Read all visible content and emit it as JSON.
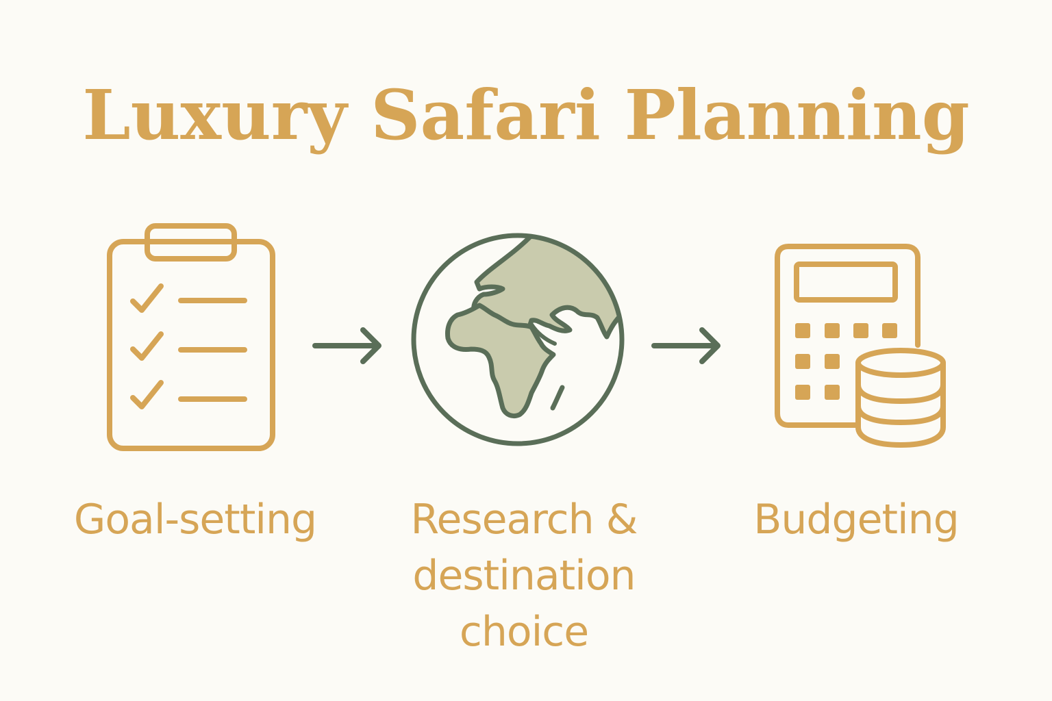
{
  "title": "Luxury Safari Planning",
  "colors": {
    "background": "#fcfbf6",
    "gold": "#d6a556",
    "green": "#5a6e58",
    "land": "#c9cbad"
  },
  "steps": [
    {
      "label": "Goal-setting",
      "icon": "clipboard-checklist-icon"
    },
    {
      "label": "Research & destination choice",
      "icon": "globe-icon"
    },
    {
      "label": "Budgeting",
      "icon": "calculator-coins-icon"
    }
  ],
  "connectors": [
    {
      "icon": "arrow-right-icon"
    },
    {
      "icon": "arrow-right-icon"
    }
  ]
}
